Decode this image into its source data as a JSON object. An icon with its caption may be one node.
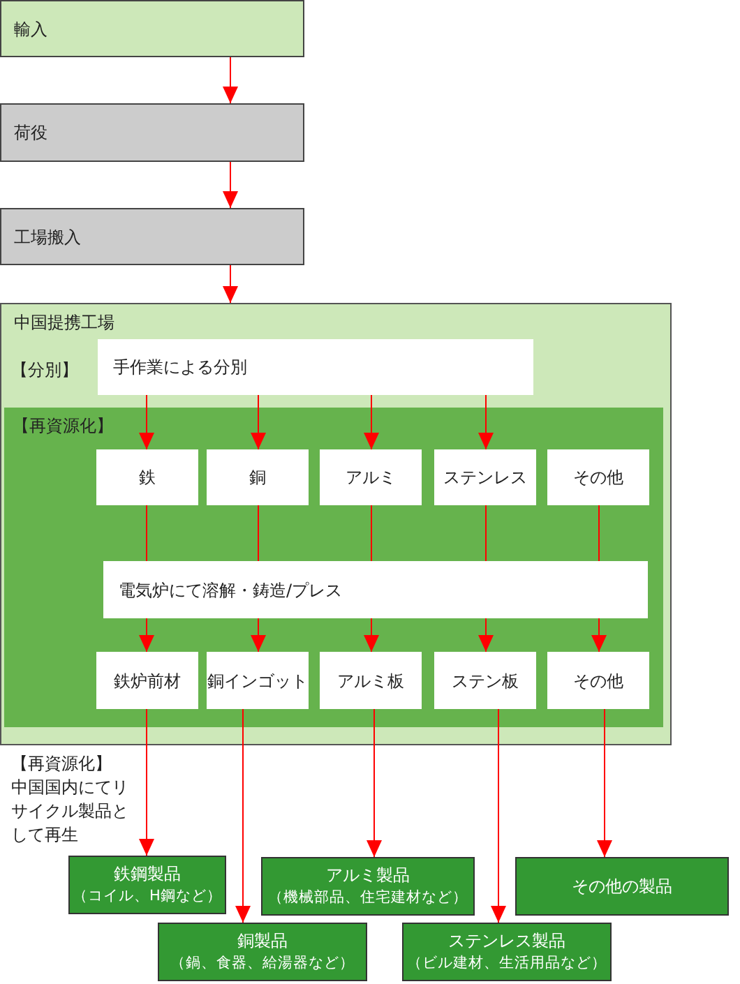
{
  "diagram": {
    "nodes": [
      {
        "text": [
          "輸入"
        ]
      },
      {
        "text": [
          "荷役"
        ]
      },
      {
        "text": [
          "工場搬入"
        ]
      },
      {
        "text": [
          "中国提携工場"
        ]
      },
      {
        "text": [
          "手作業による分別"
        ],
        "in": 3
      },
      {
        "text": [
          "【再資源化】"
        ],
        "in": 3
      },
      {
        "text": [
          "鉄"
        ],
        "in": 5
      },
      {
        "text": [
          "銅"
        ],
        "in": 5
      },
      {
        "text": [
          "アルミ"
        ],
        "in": 5
      },
      {
        "text": [
          "ステンレス"
        ],
        "in": 5
      },
      {
        "text": [
          "その他"
        ],
        "in": 5
      },
      {
        "text": [
          "電気炉にて溶解・鋳造/プレス"
        ],
        "in": 5
      },
      {
        "text": [
          "鉄炉前材"
        ],
        "in": 5
      },
      {
        "text": [
          "銅インゴット"
        ],
        "in": 5
      },
      {
        "text": [
          "アルミ板"
        ],
        "in": 5
      },
      {
        "text": [
          "ステン板"
        ],
        "in": 5
      },
      {
        "text": [
          "その他"
        ],
        "in": 5
      },
      {
        "text": [
          "鉄鋼製品",
          "（コイル、H鋼など）"
        ]
      },
      {
        "text": [
          "アルミ製品",
          "（機械部品、住宅建材など）"
        ]
      },
      {
        "text": [
          "その他の製品"
        ]
      },
      {
        "text": [
          "銅製品",
          "（鍋、食器、給湯器など）"
        ]
      },
      {
        "text": [
          "ステンレス製品",
          "（ビル建材、生活用品など）"
        ]
      }
    ],
    "edges": [
      {
        "from": 0,
        "to": 1,
        "arrow": "to"
      },
      {
        "from": 1,
        "to": 2,
        "arrow": "to"
      },
      {
        "from": 2,
        "to": 3,
        "arrow": "to"
      },
      {
        "from": 4,
        "to": 6,
        "arrow": "to"
      },
      {
        "from": 4,
        "to": 7,
        "arrow": "to"
      },
      {
        "from": 4,
        "to": 8,
        "arrow": "to"
      },
      {
        "from": 4,
        "to": 9,
        "arrow": "to"
      },
      {
        "from": 6,
        "to": 11,
        "arrow": "none"
      },
      {
        "from": 7,
        "to": 11,
        "arrow": "none"
      },
      {
        "from": 8,
        "to": 11,
        "arrow": "none"
      },
      {
        "from": 9,
        "to": 11,
        "arrow": "none"
      },
      {
        "from": 10,
        "to": 11,
        "arrow": "none"
      },
      {
        "from": 11,
        "to": 12,
        "arrow": "to"
      },
      {
        "from": 11,
        "to": 13,
        "arrow": "to"
      },
      {
        "from": 11,
        "to": 14,
        "arrow": "to"
      },
      {
        "from": 11,
        "to": 15,
        "arrow": "to"
      },
      {
        "from": 11,
        "to": 16,
        "arrow": "to"
      },
      {
        "from": 12,
        "to": 17,
        "arrow": "to"
      },
      {
        "from": 13,
        "to": 20,
        "arrow": "to"
      },
      {
        "from": 14,
        "to": 18,
        "arrow": "to"
      },
      {
        "from": 15,
        "to": 21,
        "arrow": "to"
      },
      {
        "from": 16,
        "to": 19,
        "arrow": "to"
      }
    ],
    "labels": [
      "【分別】",
      "【再資源化】",
      "中国国内にてリサイクル製品として再生"
    ]
  }
}
